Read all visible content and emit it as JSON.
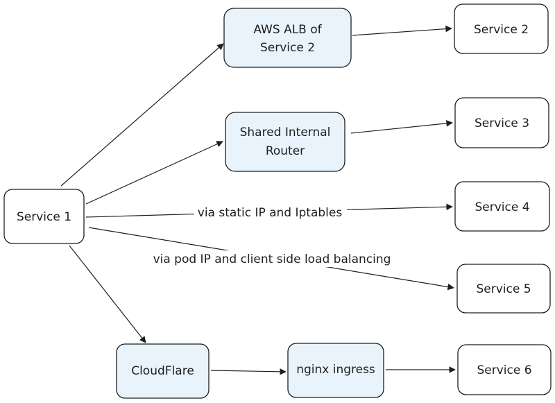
{
  "colors": {
    "stroke": "#1e1e1e",
    "highlight_fill": "#e8f3fb",
    "plain_fill": "#ffffff"
  },
  "nodes": {
    "service1": {
      "label": "Service 1"
    },
    "alb": {
      "line1": "AWS ALB of",
      "line2": "Service 2"
    },
    "router": {
      "line1": "Shared Internal",
      "line2": "Router"
    },
    "service2": {
      "label": "Service 2"
    },
    "service3": {
      "label": "Service 3"
    },
    "service4": {
      "label": "Service 4"
    },
    "service5": {
      "label": "Service 5"
    },
    "cloudflare": {
      "label": "CloudFlare"
    },
    "nginx": {
      "label": "nginx ingress"
    },
    "service6": {
      "label": "Service 6"
    }
  },
  "edges": {
    "static_ip": {
      "label": "via static IP and Iptables"
    },
    "pod_ip": {
      "label": "via pod IP and client side load balancing"
    }
  }
}
